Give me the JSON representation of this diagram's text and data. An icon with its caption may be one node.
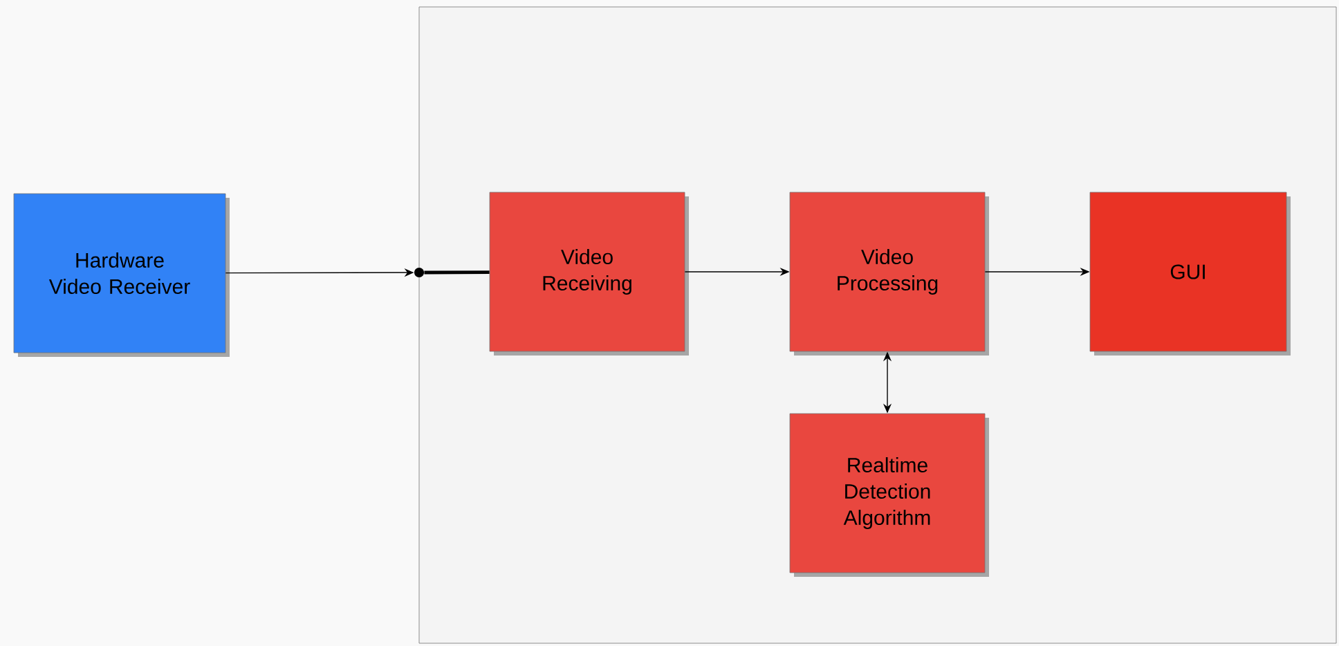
{
  "diagram": {
    "nodes": [
      {
        "text": [
          "Hardware Video Receiver"
        ]
      },
      {
        "text": [],
        "shape": "box"
      },
      {
        "text": [],
        "shape": "circle"
      },
      {
        "text": [
          "Video Receiving"
        ],
        "in": 1
      },
      {
        "text": [
          "Video Processing"
        ],
        "in": 1
      },
      {
        "text": [
          "GUI"
        ],
        "in": 1
      },
      {
        "text": [
          "Realtime Detection Algorithm"
        ],
        "in": 1
      }
    ],
    "edges": [
      {
        "from": 0,
        "to": 2,
        "arrow": "to"
      },
      {
        "from": 2,
        "to": 3,
        "arrow": "none",
        "style": "thick"
      },
      {
        "from": 3,
        "to": 4,
        "arrow": "to"
      },
      {
        "from": 4,
        "to": 5,
        "arrow": "to"
      },
      {
        "from": 4,
        "to": 6,
        "arrow": "both"
      }
    ]
  }
}
